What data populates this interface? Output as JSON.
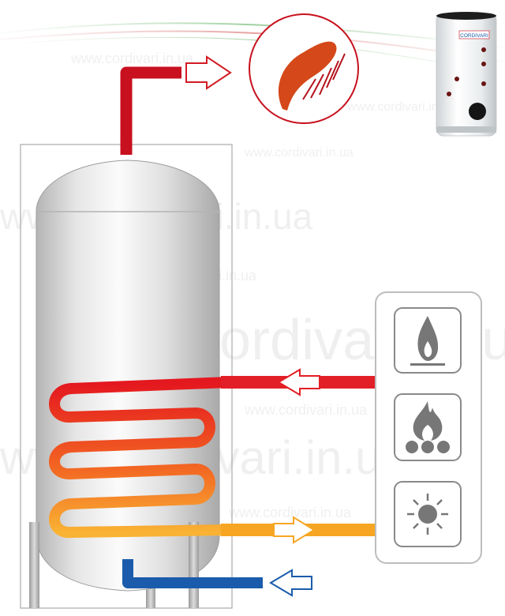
{
  "watermark": {
    "text_small": "www.cordivari.in.ua",
    "text_large_1": "www.cordivari.in.ua",
    "text_large_2": "www.cordivari.in.ua",
    "text_large_3": "www.cordivari.in.ua"
  },
  "product": {
    "brand_label": "CORDIVARI"
  },
  "flows": {
    "hot_outlet_color": "#c8101e",
    "coil_inlet_color": "#e21f26",
    "coil_return_color": "#f6a623",
    "cold_inlet_color": "#1a5cab"
  },
  "heat_sources": [
    {
      "icon": "gas-flame-icon"
    },
    {
      "icon": "solid-fuel-fire-icon"
    },
    {
      "icon": "solar-sun-icon"
    }
  ],
  "shower_icon": "shower-head-icon"
}
